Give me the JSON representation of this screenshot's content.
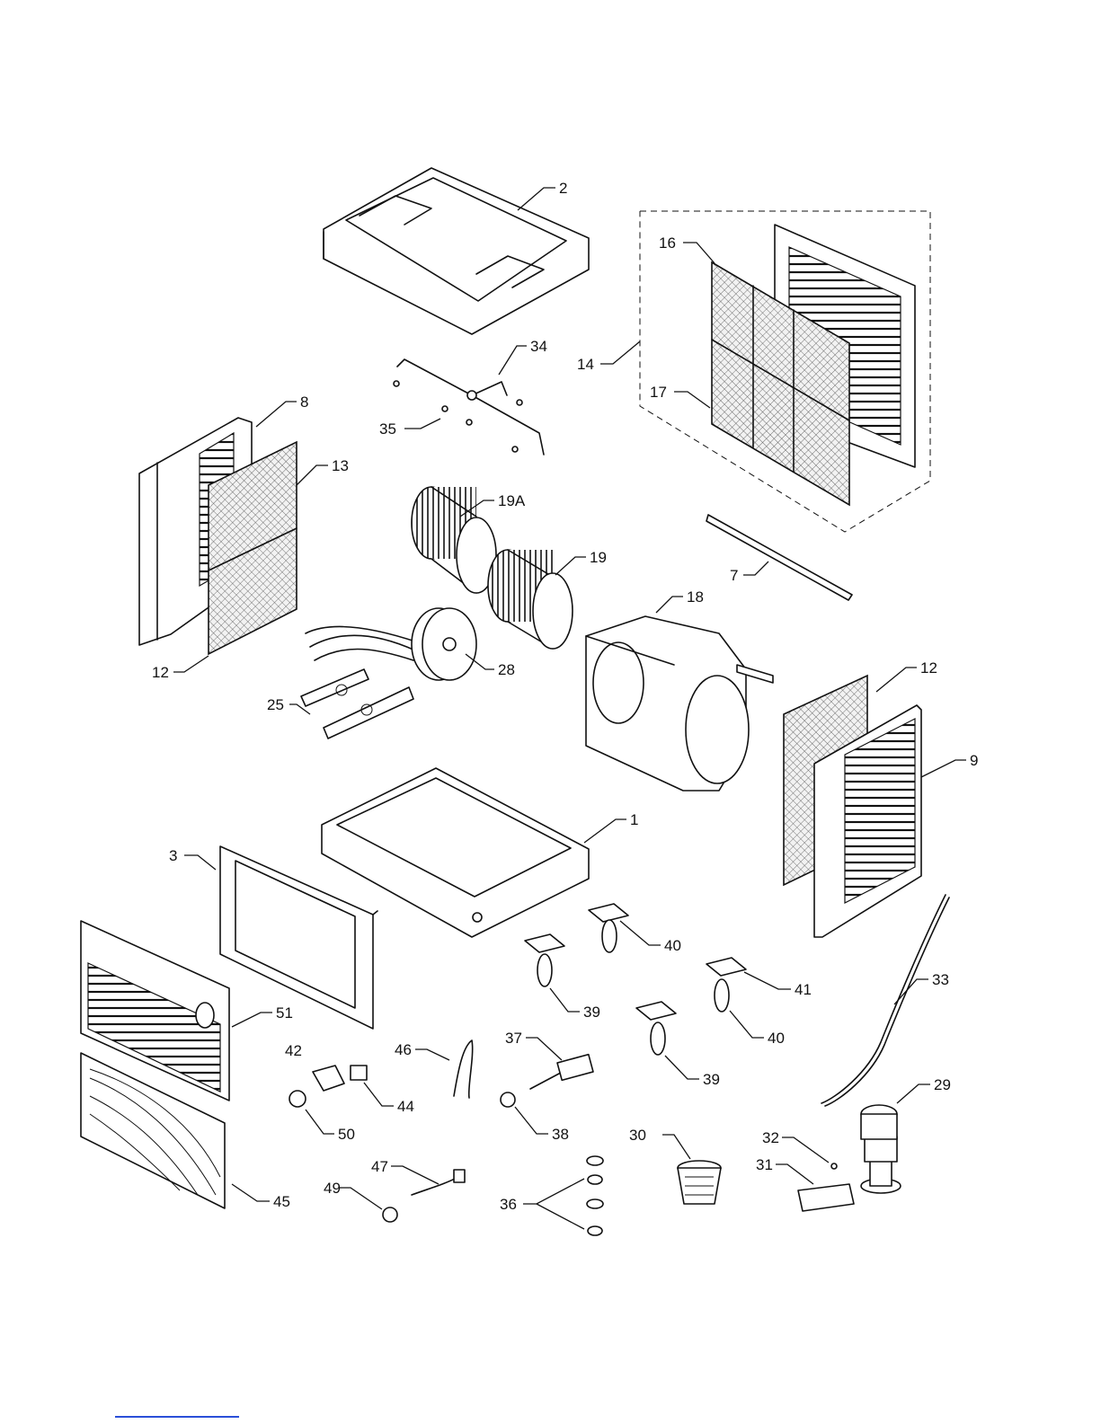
{
  "diagram": {
    "callouts": [
      "1",
      "2",
      "3",
      "7",
      "8",
      "9",
      "12",
      "12",
      "13",
      "14",
      "16",
      "17",
      "18",
      "19",
      "19A",
      "25",
      "28",
      "29",
      "30",
      "31",
      "32",
      "33",
      "34",
      "35",
      "36",
      "37",
      "38",
      "39",
      "39",
      "40",
      "40",
      "41",
      "42",
      "44",
      "45",
      "46",
      "47",
      "49",
      "50",
      "51"
    ]
  },
  "colors": {
    "line": "#111111",
    "background": "#ffffff",
    "link_underline": "#2b4fd8"
  }
}
